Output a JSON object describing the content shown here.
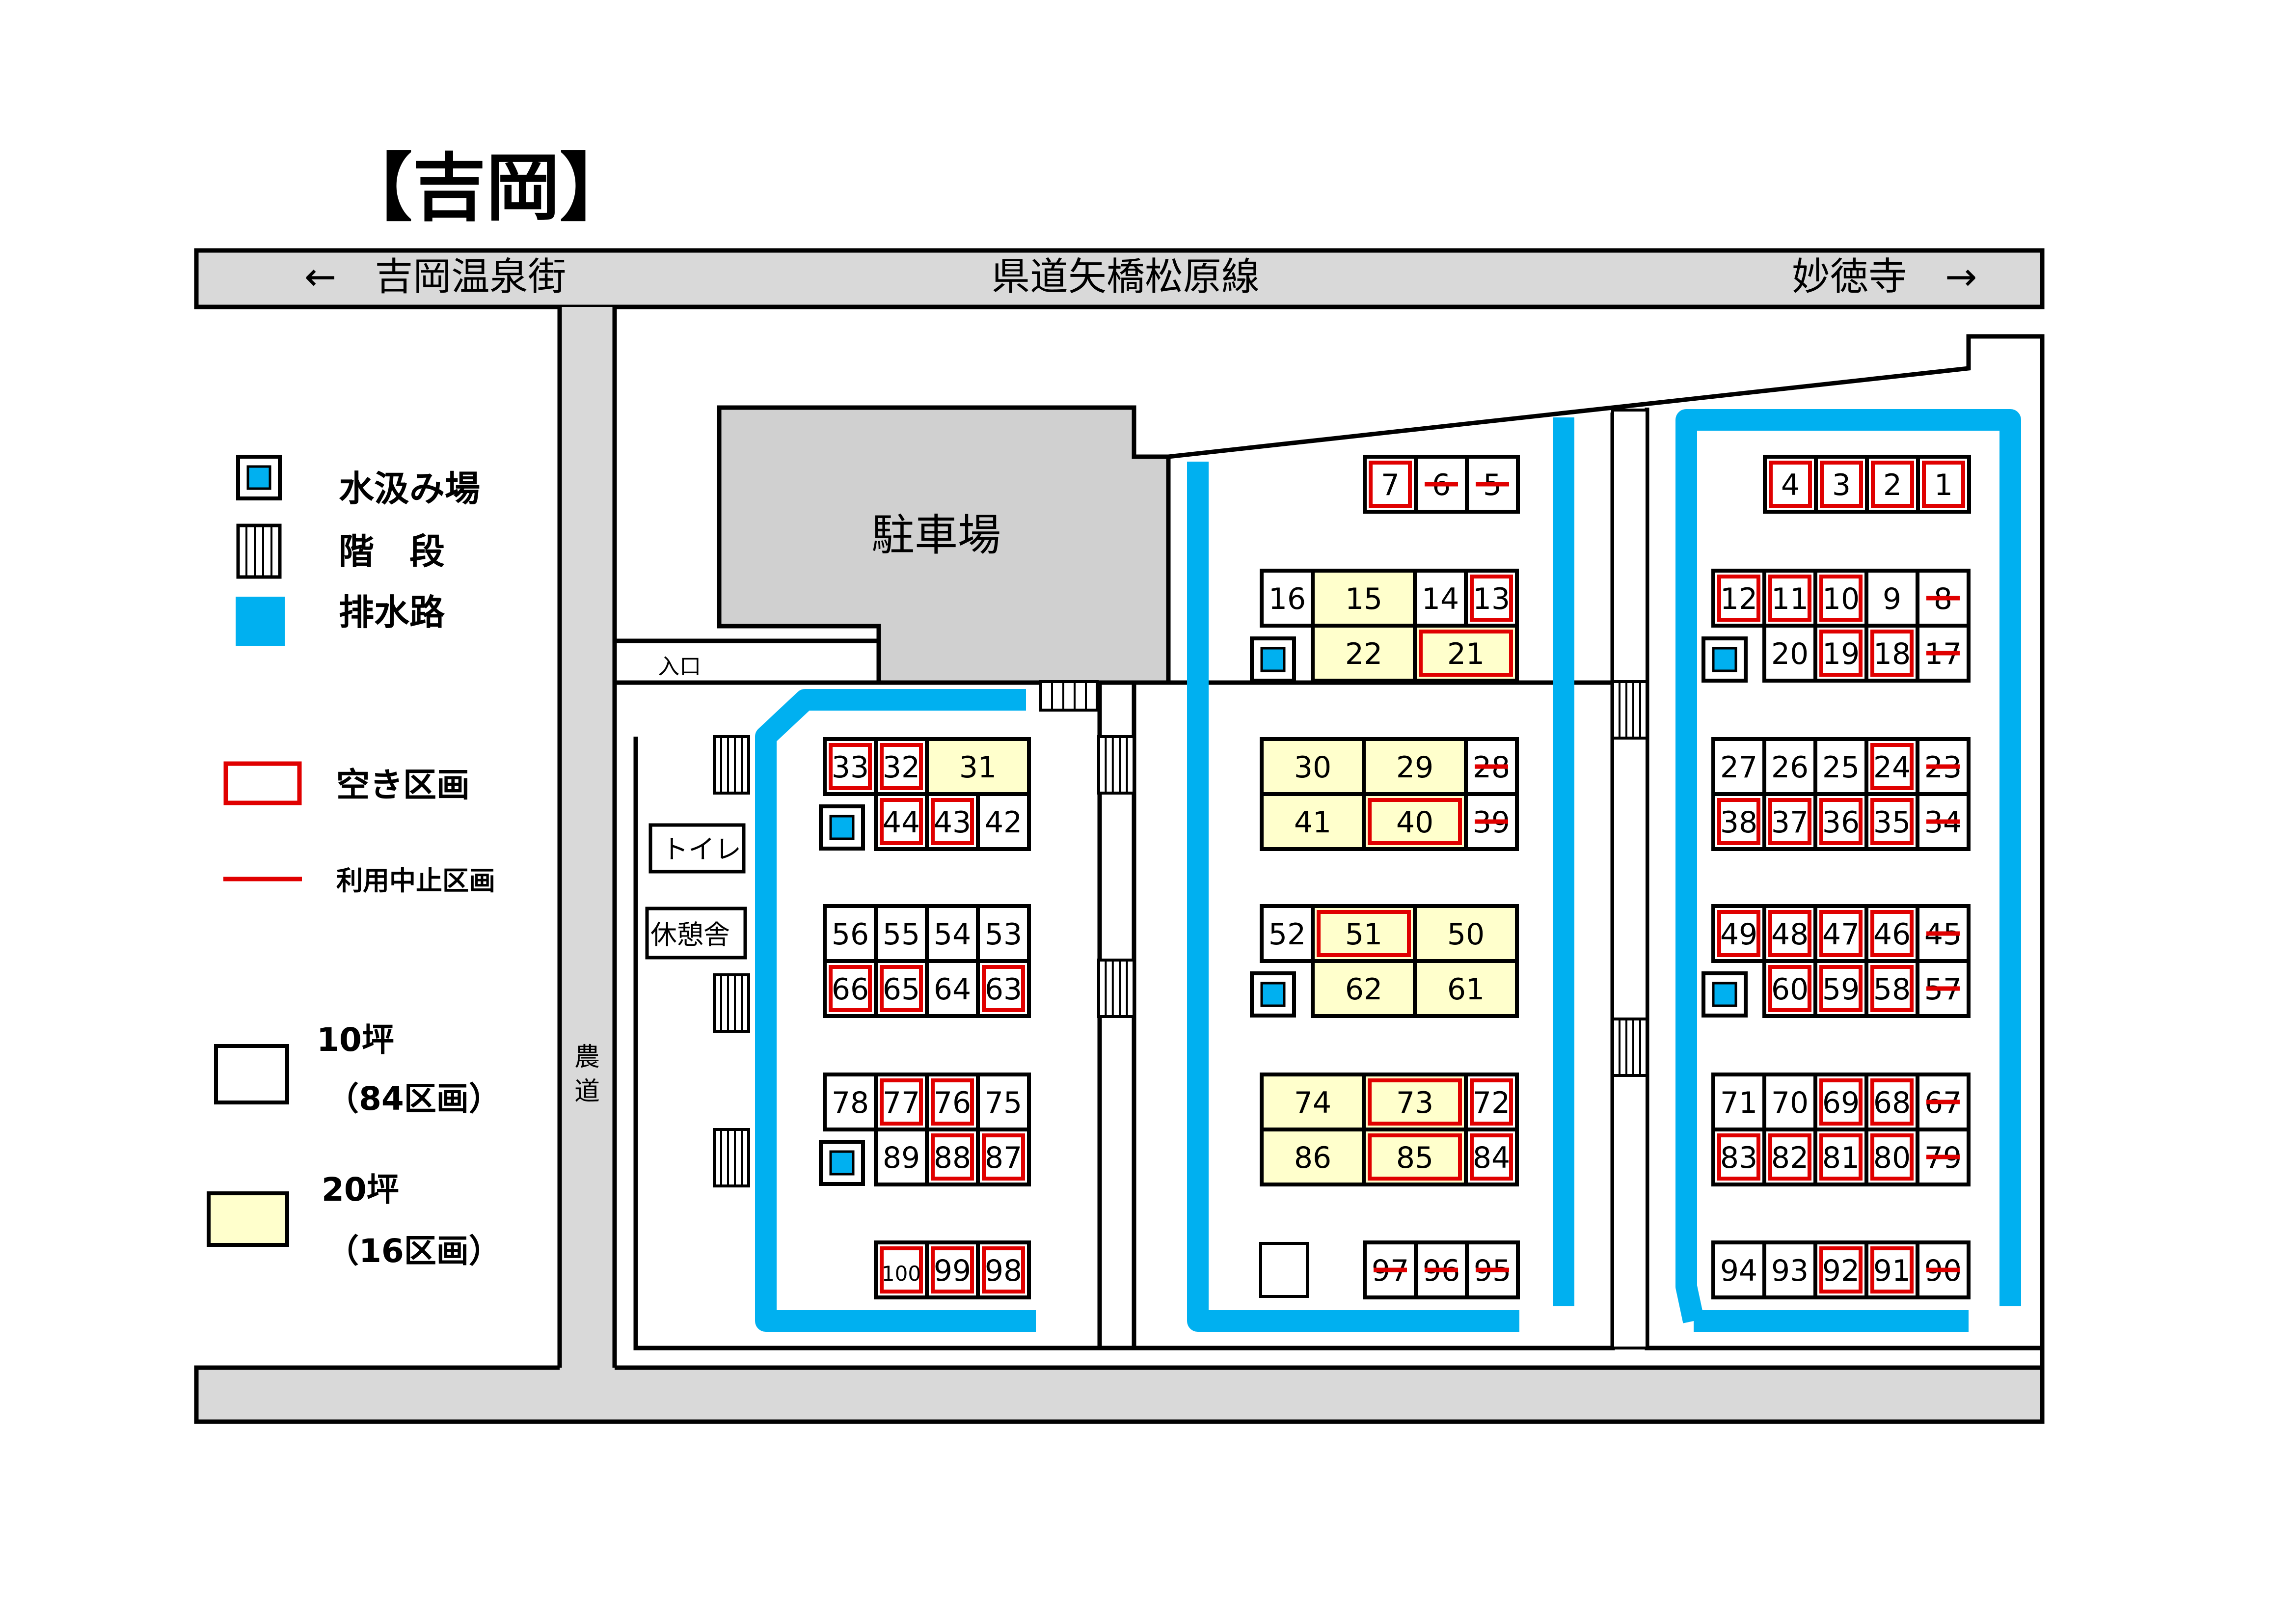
{
  "title": "【吉岡】",
  "road_top": {
    "left_label": "←　吉岡温泉街",
    "center_label": "県道矢橋松原線",
    "right_label": "妙徳寺　→"
  },
  "road_side_label": "農\n道",
  "parking_label": "駐車場",
  "entrance_label": "入口",
  "toilet_label": "トイレ",
  "rest_house_label": "休憩舎",
  "legend": {
    "water": "水汲み場",
    "stairs": "階　段",
    "drain": "排水路",
    "vacant": "空き区画",
    "suspended": "利用中止区画",
    "size10": "10坪",
    "size10_count": "（84区画）",
    "size20": "20坪",
    "size20_count": "（16区画）"
  },
  "colors": {
    "drain": "#00b0f0",
    "vacant": "#e00000",
    "size20": "#ffffcc",
    "road": "#d9d9d9",
    "water": "#00b0f0"
  },
  "plots": [
    {
      "n": "1",
      "s": "vacant",
      "sz": 10
    },
    {
      "n": "2",
      "s": "vacant",
      "sz": 10
    },
    {
      "n": "3",
      "s": "vacant",
      "sz": 10
    },
    {
      "n": "4",
      "s": "vacant",
      "sz": 10
    },
    {
      "n": "5",
      "s": "suspended",
      "sz": 10
    },
    {
      "n": "6",
      "s": "suspended",
      "sz": 10
    },
    {
      "n": "7",
      "s": "vacant",
      "sz": 10
    },
    {
      "n": "8",
      "s": "suspended",
      "sz": 10
    },
    {
      "n": "9",
      "s": "normal",
      "sz": 10
    },
    {
      "n": "10",
      "s": "vacant",
      "sz": 10
    },
    {
      "n": "11",
      "s": "vacant",
      "sz": 10
    },
    {
      "n": "12",
      "s": "vacant",
      "sz": 10
    },
    {
      "n": "13",
      "s": "vacant",
      "sz": 10
    },
    {
      "n": "14",
      "s": "normal",
      "sz": 10
    },
    {
      "n": "15",
      "s": "normal",
      "sz": 20
    },
    {
      "n": "16",
      "s": "normal",
      "sz": 10
    },
    {
      "n": "17",
      "s": "suspended",
      "sz": 10
    },
    {
      "n": "18",
      "s": "vacant",
      "sz": 10
    },
    {
      "n": "19",
      "s": "vacant",
      "sz": 10
    },
    {
      "n": "20",
      "s": "normal",
      "sz": 10
    },
    {
      "n": "21",
      "s": "vacant",
      "sz": 20
    },
    {
      "n": "22",
      "s": "normal",
      "sz": 20
    },
    {
      "n": "23",
      "s": "suspended",
      "sz": 10
    },
    {
      "n": "24",
      "s": "vacant",
      "sz": 10
    },
    {
      "n": "25",
      "s": "normal",
      "sz": 10
    },
    {
      "n": "26",
      "s": "normal",
      "sz": 10
    },
    {
      "n": "27",
      "s": "normal",
      "sz": 10
    },
    {
      "n": "28",
      "s": "suspended",
      "sz": 10
    },
    {
      "n": "29",
      "s": "normal",
      "sz": 20
    },
    {
      "n": "30",
      "s": "normal",
      "sz": 20
    },
    {
      "n": "31",
      "s": "normal",
      "sz": 20
    },
    {
      "n": "32",
      "s": "vacant",
      "sz": 10
    },
    {
      "n": "33",
      "s": "vacant",
      "sz": 10
    },
    {
      "n": "34",
      "s": "suspended",
      "sz": 10
    },
    {
      "n": "35",
      "s": "vacant",
      "sz": 10
    },
    {
      "n": "36",
      "s": "vacant",
      "sz": 10
    },
    {
      "n": "37",
      "s": "vacant",
      "sz": 10
    },
    {
      "n": "38",
      "s": "vacant",
      "sz": 10
    },
    {
      "n": "39",
      "s": "suspended",
      "sz": 10
    },
    {
      "n": "40",
      "s": "vacant",
      "sz": 20
    },
    {
      "n": "41",
      "s": "normal",
      "sz": 20
    },
    {
      "n": "42",
      "s": "normal",
      "sz": 10
    },
    {
      "n": "43",
      "s": "vacant",
      "sz": 10
    },
    {
      "n": "44",
      "s": "vacant",
      "sz": 10
    },
    {
      "n": "45",
      "s": "suspended",
      "sz": 10
    },
    {
      "n": "46",
      "s": "vacant",
      "sz": 10
    },
    {
      "n": "47",
      "s": "vacant",
      "sz": 10
    },
    {
      "n": "48",
      "s": "vacant",
      "sz": 10
    },
    {
      "n": "49",
      "s": "vacant",
      "sz": 10
    },
    {
      "n": "50",
      "s": "normal",
      "sz": 20
    },
    {
      "n": "51",
      "s": "vacant",
      "sz": 20
    },
    {
      "n": "52",
      "s": "normal",
      "sz": 10
    },
    {
      "n": "53",
      "s": "normal",
      "sz": 10
    },
    {
      "n": "54",
      "s": "normal",
      "sz": 10
    },
    {
      "n": "55",
      "s": "normal",
      "sz": 10
    },
    {
      "n": "56",
      "s": "normal",
      "sz": 10
    },
    {
      "n": "57",
      "s": "suspended",
      "sz": 10
    },
    {
      "n": "58",
      "s": "vacant",
      "sz": 10
    },
    {
      "n": "59",
      "s": "vacant",
      "sz": 10
    },
    {
      "n": "60",
      "s": "vacant",
      "sz": 10
    },
    {
      "n": "61",
      "s": "normal",
      "sz": 20
    },
    {
      "n": "62",
      "s": "normal",
      "sz": 20
    },
    {
      "n": "63",
      "s": "vacant",
      "sz": 10
    },
    {
      "n": "64",
      "s": "normal",
      "sz": 10
    },
    {
      "n": "65",
      "s": "vacant",
      "sz": 10
    },
    {
      "n": "66",
      "s": "vacant",
      "sz": 10
    },
    {
      "n": "67",
      "s": "suspended",
      "sz": 10
    },
    {
      "n": "68",
      "s": "vacant",
      "sz": 10
    },
    {
      "n": "69",
      "s": "vacant",
      "sz": 10
    },
    {
      "n": "70",
      "s": "normal",
      "sz": 10
    },
    {
      "n": "71",
      "s": "normal",
      "sz": 10
    },
    {
      "n": "72",
      "s": "vacant",
      "sz": 10
    },
    {
      "n": "73",
      "s": "vacant",
      "sz": 20
    },
    {
      "n": "74",
      "s": "normal",
      "sz": 20
    },
    {
      "n": "75",
      "s": "normal",
      "sz": 10
    },
    {
      "n": "76",
      "s": "vacant",
      "sz": 10
    },
    {
      "n": "77",
      "s": "vacant",
      "sz": 10
    },
    {
      "n": "78",
      "s": "normal",
      "sz": 10
    },
    {
      "n": "79",
      "s": "suspended",
      "sz": 10
    },
    {
      "n": "80",
      "s": "vacant",
      "sz": 10
    },
    {
      "n": "81",
      "s": "vacant",
      "sz": 10
    },
    {
      "n": "82",
      "s": "vacant",
      "sz": 10
    },
    {
      "n": "83",
      "s": "vacant",
      "sz": 10
    },
    {
      "n": "84",
      "s": "vacant",
      "sz": 10
    },
    {
      "n": "85",
      "s": "vacant",
      "sz": 20
    },
    {
      "n": "86",
      "s": "normal",
      "sz": 20
    },
    {
      "n": "87",
      "s": "vacant",
      "sz": 10
    },
    {
      "n": "88",
      "s": "vacant",
      "sz": 10
    },
    {
      "n": "89",
      "s": "normal",
      "sz": 10
    },
    {
      "n": "90",
      "s": "suspended",
      "sz": 10
    },
    {
      "n": "91",
      "s": "vacant",
      "sz": 10
    },
    {
      "n": "92",
      "s": "vacant",
      "sz": 10
    },
    {
      "n": "93",
      "s": "normal",
      "sz": 10
    },
    {
      "n": "94",
      "s": "normal",
      "sz": 10
    },
    {
      "n": "95",
      "s": "suspended",
      "sz": 10
    },
    {
      "n": "96",
      "s": "suspended",
      "sz": 10
    },
    {
      "n": "97",
      "s": "suspended",
      "sz": 10
    },
    {
      "n": "98",
      "s": "vacant",
      "sz": 10
    },
    {
      "n": "99",
      "s": "vacant",
      "sz": 10
    },
    {
      "n": "100",
      "s": "vacant",
      "sz": 10
    }
  ]
}
